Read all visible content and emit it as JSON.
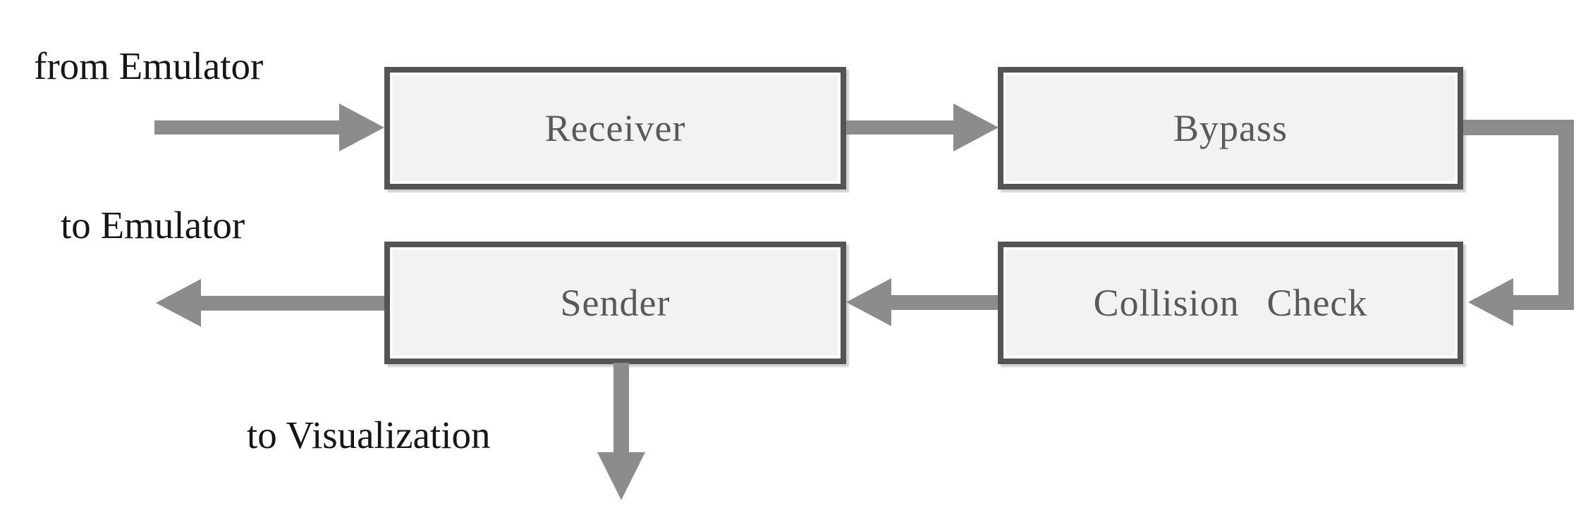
{
  "diagram": {
    "type": "flow-diagram",
    "nodes": [
      {
        "id": "receiver",
        "label": "Receiver"
      },
      {
        "id": "bypass",
        "label": "Bypass"
      },
      {
        "id": "collision-check",
        "label": "Collision Check"
      },
      {
        "id": "sender",
        "label": "Sender"
      }
    ],
    "labels": {
      "from_emulator": "from Emulator",
      "to_emulator": "to Emulator",
      "to_visualization": "to Visualization"
    },
    "edges": [
      {
        "from": "from Emulator",
        "to": "Receiver"
      },
      {
        "from": "Receiver",
        "to": "Bypass"
      },
      {
        "from": "Bypass",
        "to": "Collision Check"
      },
      {
        "from": "Collision Check",
        "to": "Sender"
      },
      {
        "from": "Sender",
        "to": "to Emulator"
      },
      {
        "from": "Sender",
        "to": "to Visualization"
      }
    ],
    "colors": {
      "background": "#ffffff",
      "arrow": "#8c8c8c",
      "node_border": "#545454",
      "node_fill": "#f2f2f2",
      "node_text": "#595959",
      "label_text": "#161616"
    }
  }
}
